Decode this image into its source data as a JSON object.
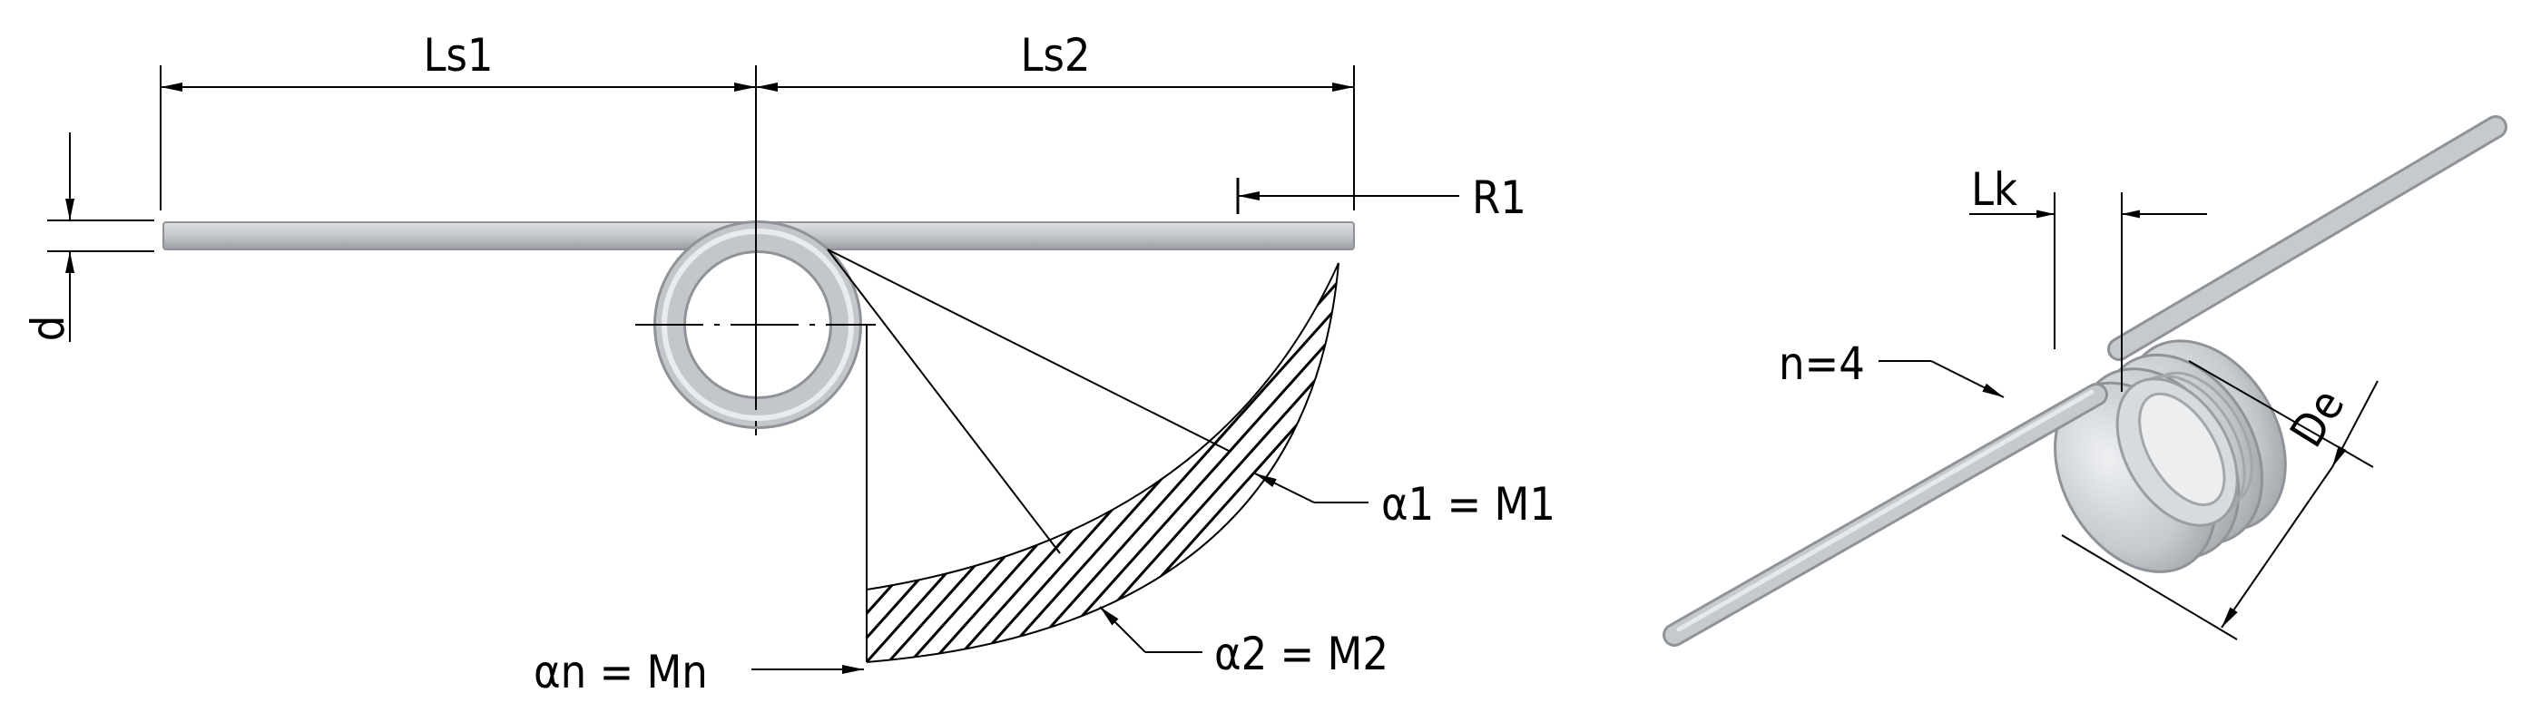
{
  "colors": {
    "wire": "#bfc2c6",
    "wire_edge": "#8f9397",
    "wire_highlight": "#e9ebee",
    "line": "#000000",
    "background": "#ffffff"
  },
  "labels": {
    "ls1": "Ls1",
    "ls2": "Ls2",
    "d": "d",
    "r1": "R1",
    "a1m1": "α1 = M1",
    "a2m2": "α2 = M2",
    "anmn": "αn = Mn",
    "lk": "Lk",
    "n4": "n=4",
    "de": "De"
  }
}
